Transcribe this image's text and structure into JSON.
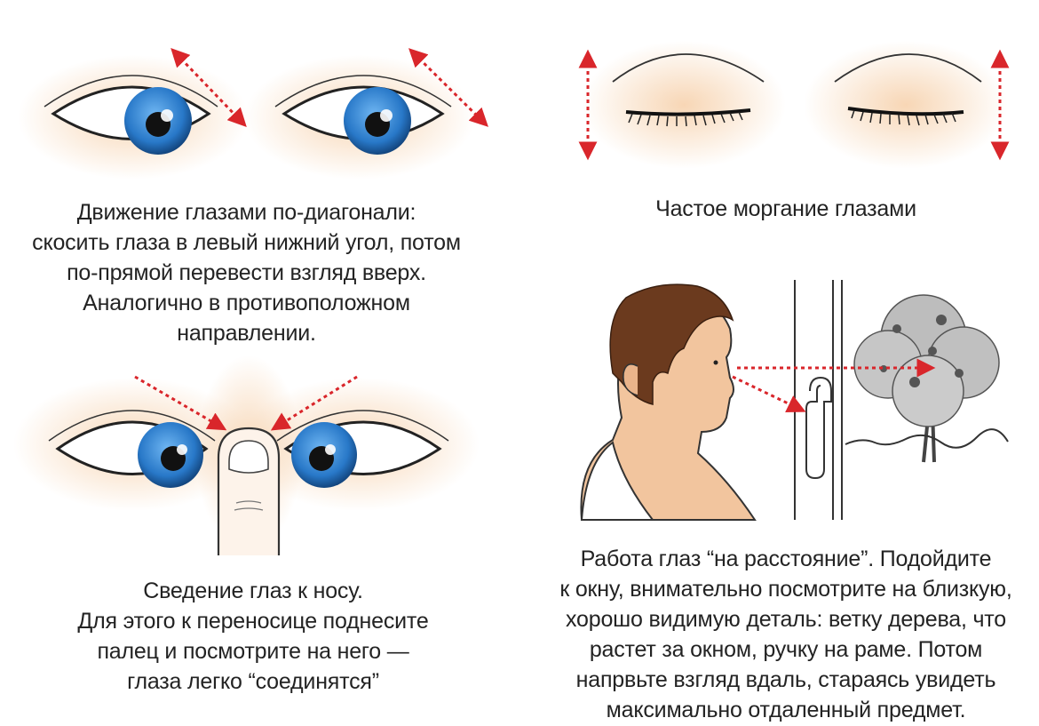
{
  "colors": {
    "iris": "#2f7fcf",
    "arrow": "#d9262b",
    "skin_glow": "#f5c9a0",
    "hair": "#6b3a1e",
    "skin": "#f2c59e"
  },
  "panels": {
    "diagonal": {
      "caption": [
        "Движение глазами по-диагонали:",
        "скосить глаза в левый нижний угол, потом",
        "по-прямой перевести взгляд вверх.",
        "Аналогично в противоположном",
        "направлении."
      ]
    },
    "blinking": {
      "caption": [
        "Частое моргание глазами"
      ]
    },
    "converge": {
      "caption": [
        "Сведение глаз к носу.",
        "Для этого к переносице поднесите",
        "палец и посмотрите на него —",
        "глаза легко “соединятся”"
      ]
    },
    "distance": {
      "caption": [
        "Работа глаз “на расстояние”. Подойдите",
        "к окну, внимательно посмотрите на близкую,",
        "хорошо видимую деталь: ветку дерева, что",
        "растет за окном, ручку на раме. Потом",
        "напрвьте взгляд вдаль, стараясь увидеть",
        "максимально отдаленный предмет."
      ]
    }
  },
  "icons": [
    "eye-icon",
    "closed-eye-icon",
    "finger-icon",
    "man-profile-icon",
    "window-frame-icon",
    "tree-icon",
    "arrow-icon"
  ]
}
